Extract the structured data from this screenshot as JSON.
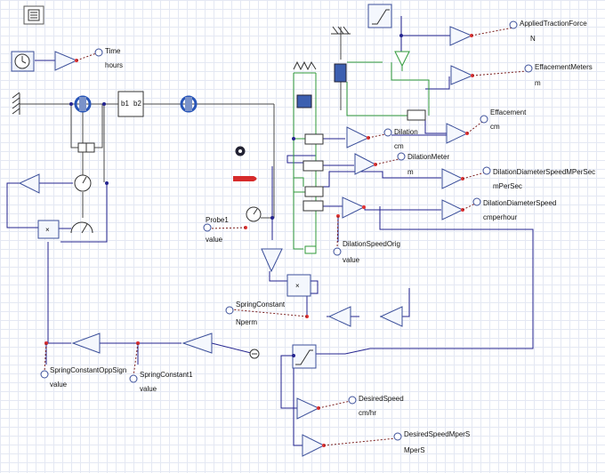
{
  "toolbar": {
    "menu_icon": "list-icon"
  },
  "probes": [
    {
      "id": "time",
      "name": "Time",
      "unit": "hours"
    },
    {
      "id": "applied-traction-force",
      "name": "AppliedTractionForce",
      "unit": "N"
    },
    {
      "id": "effacement-meters",
      "name": "EffacementMeters",
      "unit": "m"
    },
    {
      "id": "effacement",
      "name": "Effacement",
      "unit": "cm"
    },
    {
      "id": "dilation",
      "name": "Dilation",
      "unit": "cm"
    },
    {
      "id": "dilation-meter",
      "name": "DilationMeter",
      "unit": "m"
    },
    {
      "id": "dilation-diameter-speed-mpersec",
      "name": "DilationDiameterSpeedMPerSec",
      "unit": "mPerSec"
    },
    {
      "id": "dilation-diameter-speed",
      "name": "DilationDiameterSpeed",
      "unit": "cmperhour"
    },
    {
      "id": "probe1",
      "name": "Probe1",
      "unit": "value"
    },
    {
      "id": "dilation-speed-orig",
      "name": "DilationSpeedOrig",
      "unit": "value"
    },
    {
      "id": "spring-constant",
      "name": "SpringConstant",
      "unit": "Nperm"
    },
    {
      "id": "spring-constant-opp-sign",
      "name": "SpringConstantOppSign",
      "unit": "value"
    },
    {
      "id": "spring-constant1",
      "name": "SpringConstant1",
      "unit": "value"
    },
    {
      "id": "desired-speed",
      "name": "DesiredSpeed",
      "unit": "cm/hr"
    },
    {
      "id": "desired-speed-mpers",
      "name": "DesiredSpeedMperS",
      "unit": "MperS"
    }
  ],
  "ports": {
    "b1": "b1",
    "b2": "b2"
  }
}
